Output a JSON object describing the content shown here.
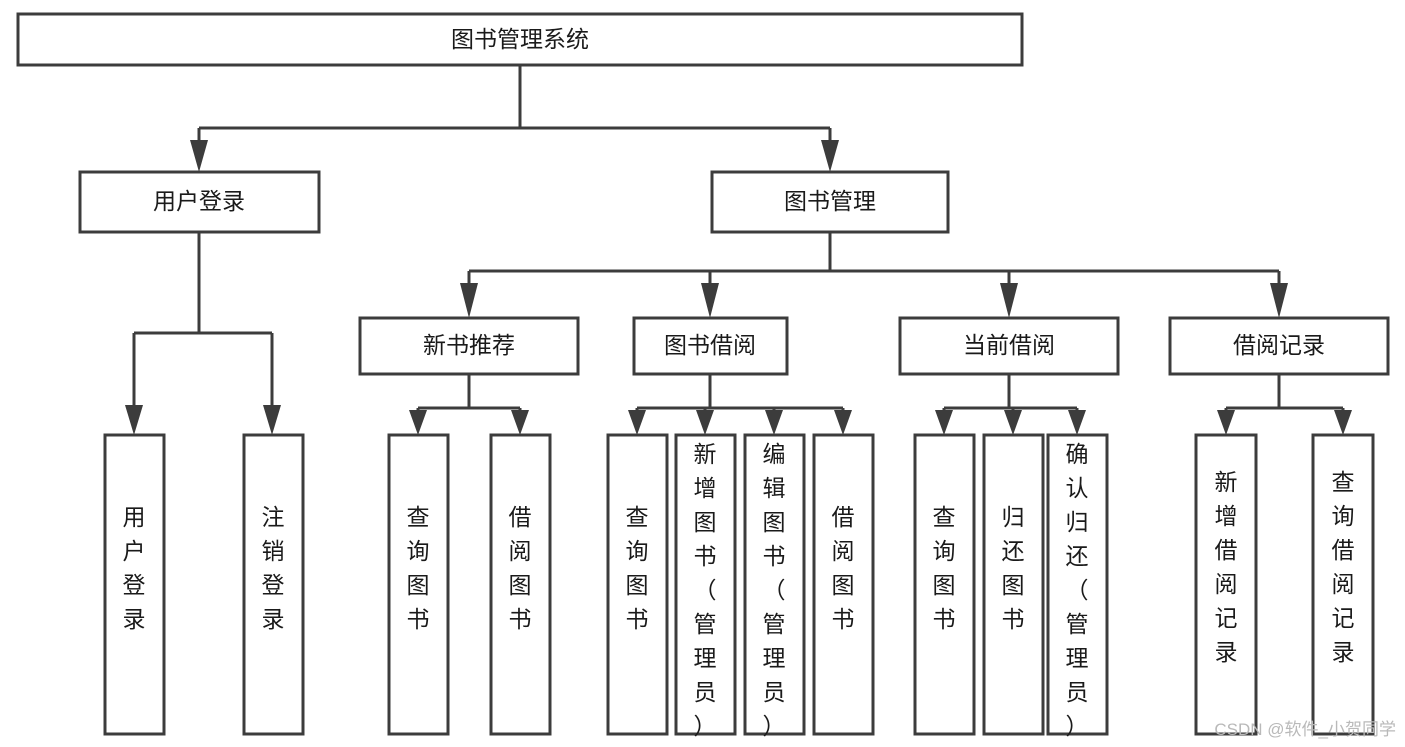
{
  "diagram": {
    "type": "tree-hierarchy-chart",
    "title": "图书管理系统",
    "orientation": "top-down",
    "colors": {
      "box_fill": "#ffffff",
      "box_stroke": "#3c3c3c",
      "connector": "#3c3c3c",
      "text": "#1a1a1a",
      "watermark": "#b9b9b9",
      "background": "#ffffff"
    },
    "root": {
      "label": "图书管理系统"
    },
    "level2": [
      {
        "label": "用户登录"
      },
      {
        "label": "图书管理"
      }
    ],
    "level3": [
      {
        "label": "新书推荐"
      },
      {
        "label": "图书借阅"
      },
      {
        "label": "当前借阅"
      },
      {
        "label": "借阅记录"
      }
    ],
    "leaves": {
      "user_login": [
        {
          "label": "用户登录"
        },
        {
          "label": "注销登录"
        }
      ],
      "new_book_recommend": [
        {
          "label": "查询图书"
        },
        {
          "label": "借阅图书"
        }
      ],
      "book_borrow": [
        {
          "label": "查询图书"
        },
        {
          "label": "新增图书（管理员）"
        },
        {
          "label": "编辑图书（管理员）"
        },
        {
          "label": "借阅图书"
        }
      ],
      "current_borrow": [
        {
          "label": "查询图书"
        },
        {
          "label": "归还图书"
        },
        {
          "label": "确认归还（管理员）"
        }
      ],
      "borrow_record": [
        {
          "label": "新增借阅记录"
        },
        {
          "label": "查询借阅记录"
        }
      ]
    }
  },
  "watermark": {
    "text": "CSDN @软件_小贺同学"
  }
}
